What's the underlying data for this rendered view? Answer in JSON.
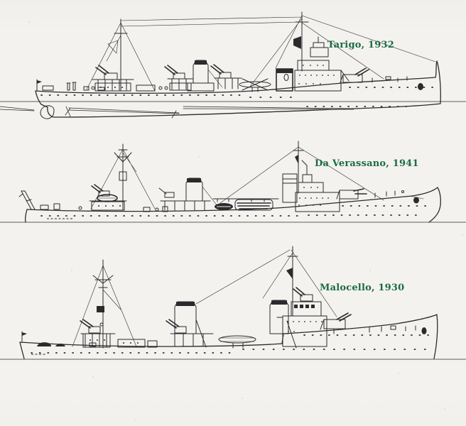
{
  "page": {
    "background_color": "#f4f2ee",
    "ink_color": "#2b2b2e",
    "label_color": "#1c6b45"
  },
  "figure": {
    "description": "Three side-profile line drawings of destroyers",
    "ships": [
      {
        "label": "Tarigo, 1932"
      },
      {
        "label": "Da Verassano, 1941"
      },
      {
        "label": "Malocello, 1930"
      }
    ]
  }
}
